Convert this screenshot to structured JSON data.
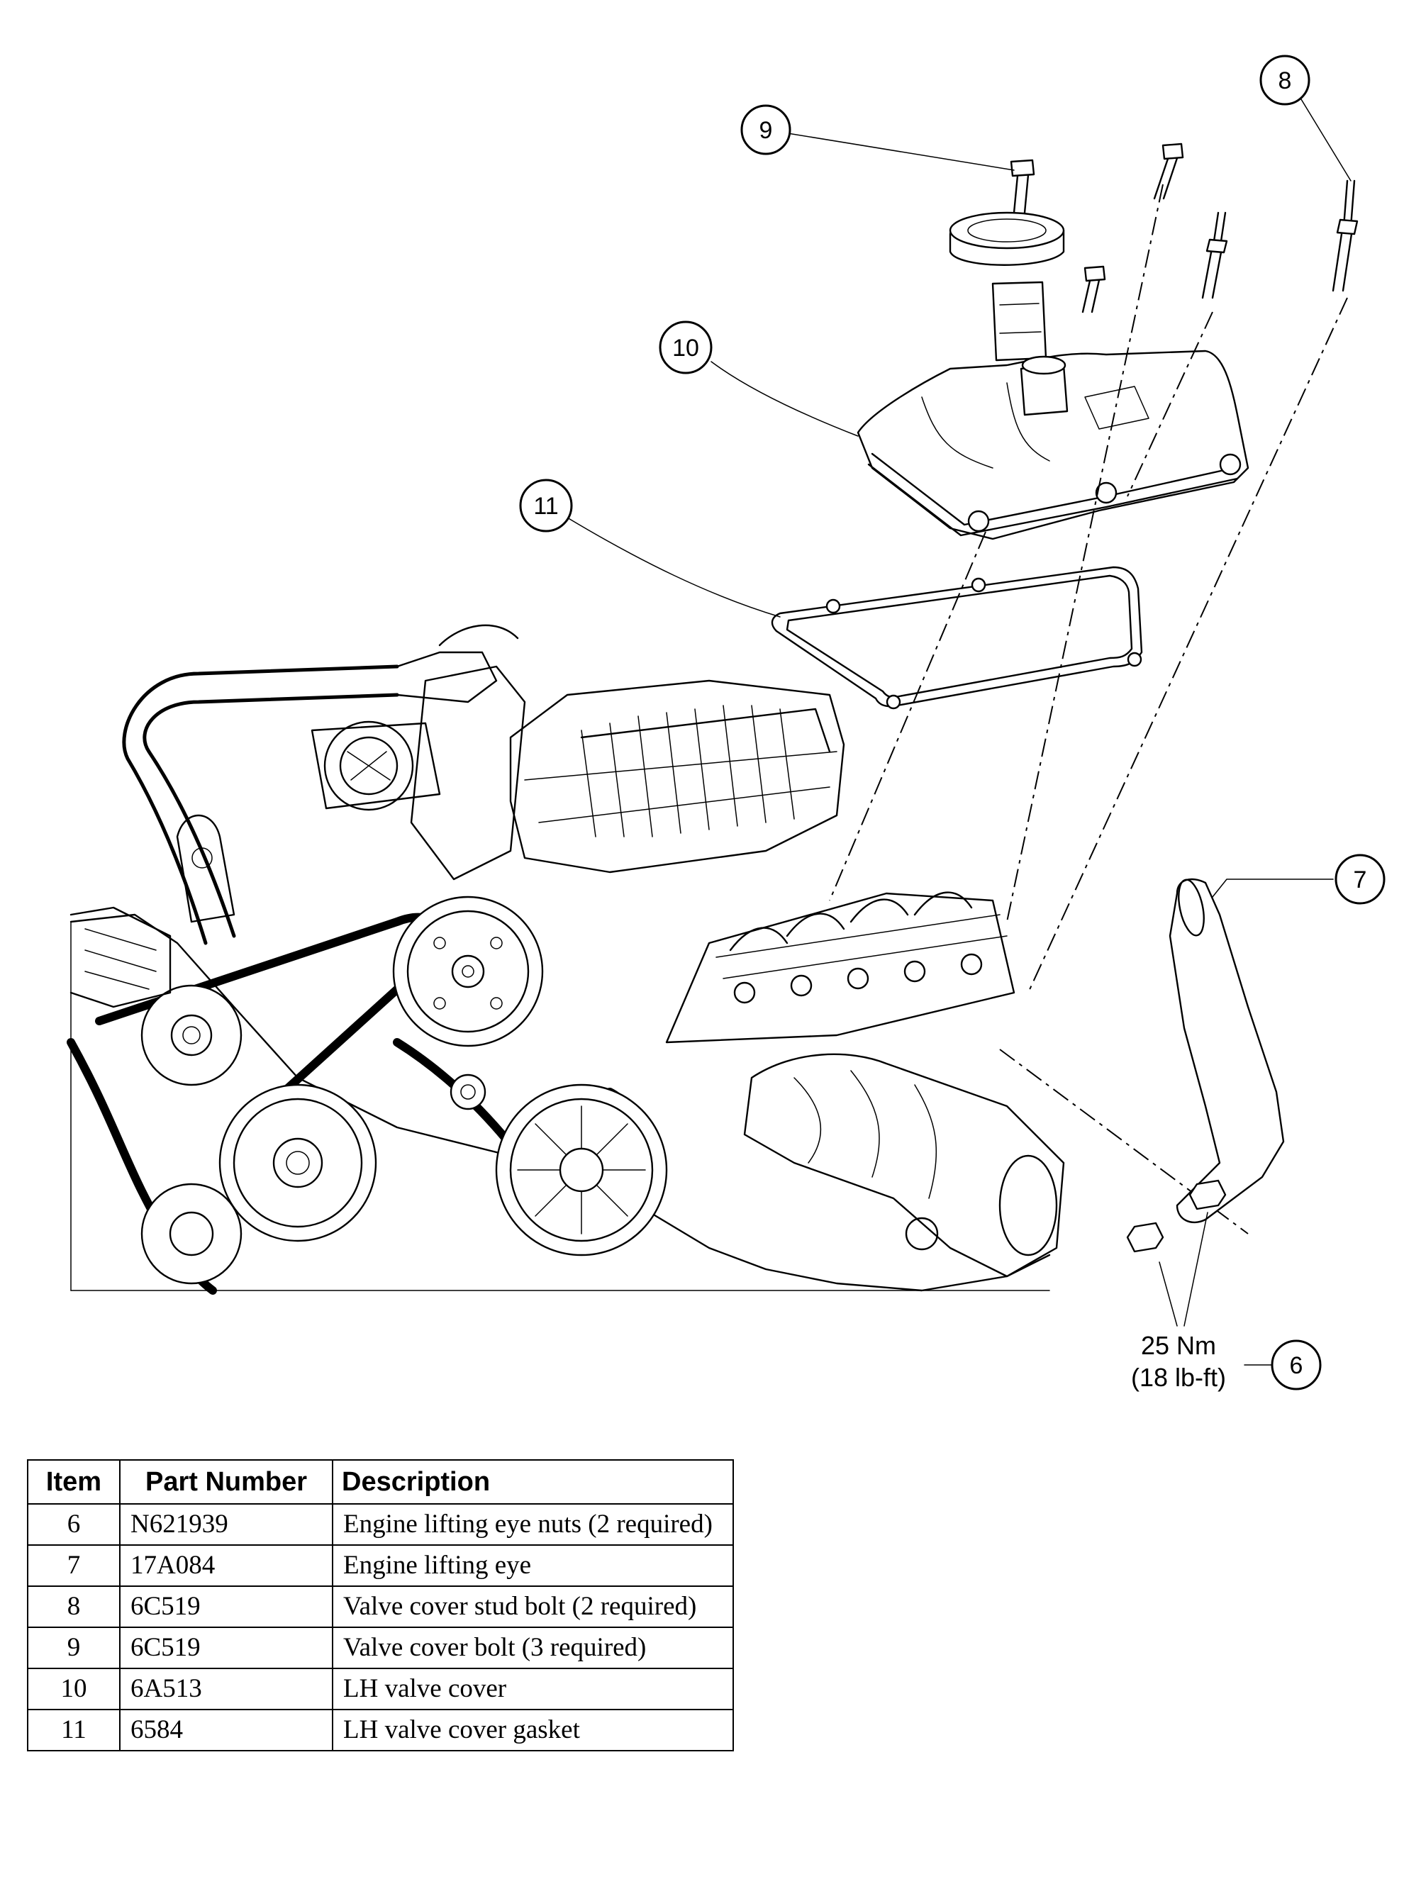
{
  "callouts": [
    {
      "label": "6"
    },
    {
      "label": "7"
    },
    {
      "label": "8"
    },
    {
      "label": "9"
    },
    {
      "label": "10"
    },
    {
      "label": "11"
    }
  ],
  "torque": {
    "line1": "25 Nm",
    "line2": "(18 lb-ft)"
  },
  "table": {
    "headers": {
      "item": "Item",
      "part_number": "Part Number",
      "description": "Description"
    },
    "rows": [
      {
        "item": "6",
        "part_number": "N621939",
        "description": "Engine lifting eye nuts (2 required)"
      },
      {
        "item": "7",
        "part_number": "17A084",
        "description": "Engine lifting eye"
      },
      {
        "item": "8",
        "part_number": "6C519",
        "description": "Valve cover stud bolt (2 required)"
      },
      {
        "item": "9",
        "part_number": "6C519",
        "description": "Valve cover bolt (3 required)"
      },
      {
        "item": "10",
        "part_number": "6A513",
        "description": "LH valve cover"
      },
      {
        "item": "11",
        "part_number": "6584",
        "description": "LH valve cover gasket"
      }
    ]
  }
}
